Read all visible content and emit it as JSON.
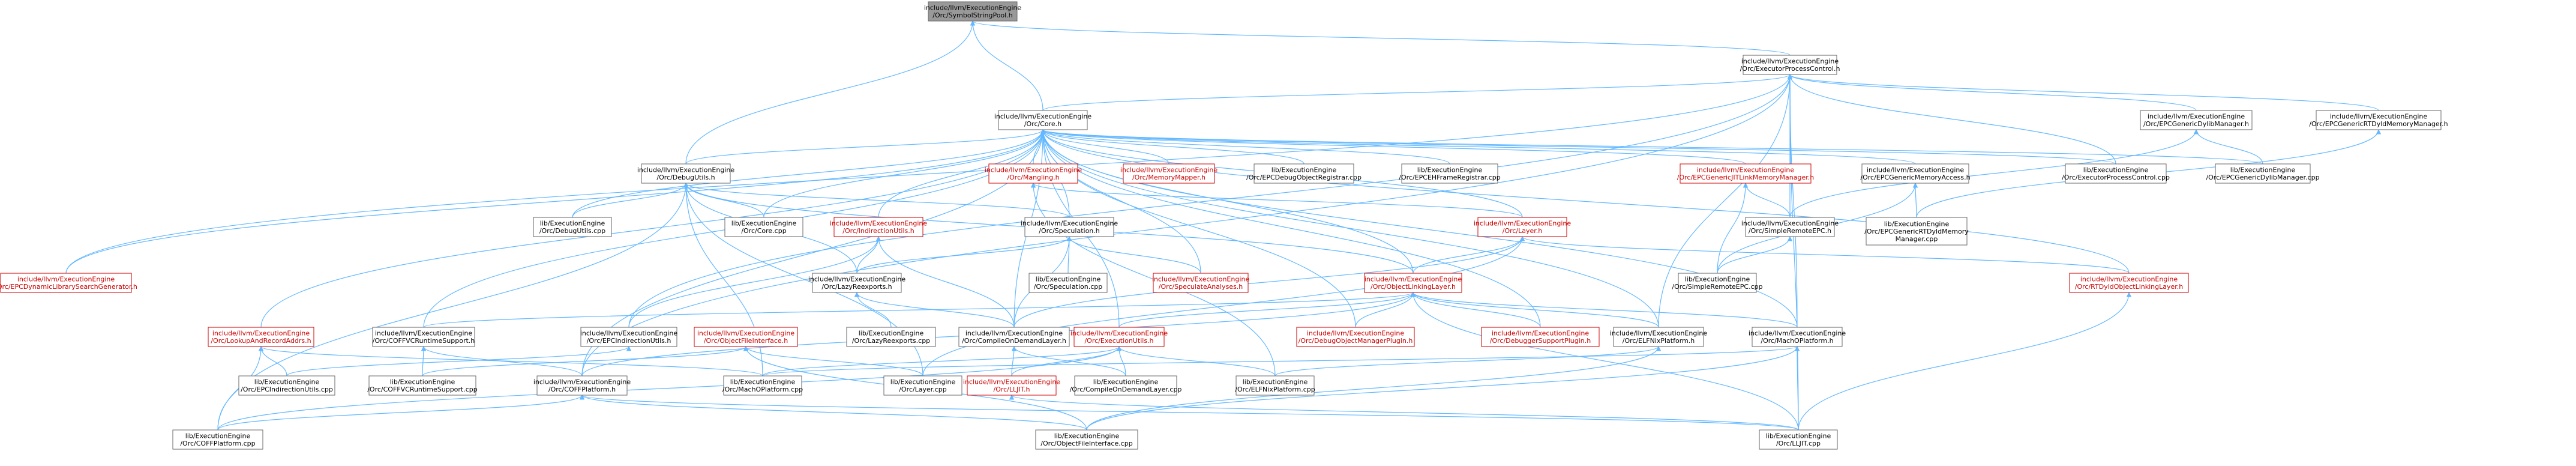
{
  "graph": {
    "colors": {
      "root_fill": "#999999",
      "node_fill": "#ffffff",
      "node_border": "#666666",
      "text_normal": "#000000",
      "text_link": "#cc0000",
      "root_border": "#666666",
      "link_border": "#cc0000",
      "edge": "#63b8ff"
    },
    "nodes": [
      {
        "id": "root",
        "kind": "root",
        "lines": [
          "include/llvm/ExecutionEngine",
          "/Orc/SymbolStringPool.h"
        ]
      },
      {
        "id": "epc",
        "kind": "normal",
        "lines": [
          "include/llvm/ExecutionEngine",
          "/Orc/ExecutorProcessControl.h"
        ]
      },
      {
        "id": "core",
        "kind": "normal",
        "lines": [
          "include/llvm/ExecutionEngine",
          "/Orc/Core.h"
        ]
      },
      {
        "id": "debugutils_h",
        "kind": "normal",
        "lines": [
          "include/llvm/ExecutionEngine",
          "/Orc/DebugUtils.h"
        ]
      },
      {
        "id": "epcdylib",
        "kind": "normal",
        "lines": [
          "include/llvm/ExecutionEngine",
          "/Orc/EPCGenericDylibManager.h"
        ]
      },
      {
        "id": "epcrtdyld_h",
        "kind": "normal",
        "lines": [
          "include/llvm/ExecutionEngine",
          "/Orc/EPCGenericRTDyldMemoryManager.h"
        ]
      },
      {
        "id": "mangling",
        "kind": "link",
        "lines": [
          "include/llvm/ExecutionEngine",
          "/Orc/Mangling.h"
        ]
      },
      {
        "id": "memmapper",
        "kind": "link",
        "lines": [
          "include/llvm/ExecutionEngine",
          "/Orc/MemoryMapper.h"
        ]
      },
      {
        "id": "epcdebugobj",
        "kind": "normal",
        "lines": [
          "lib/ExecutionEngine",
          "/Orc/EPCDebugObjectRegistrar.cpp"
        ]
      },
      {
        "id": "epcehframe",
        "kind": "normal",
        "lines": [
          "lib/ExecutionEngine",
          "/Orc/EPCEHFrameRegistrar.cpp"
        ]
      },
      {
        "id": "epcjitlinkmm",
        "kind": "link",
        "lines": [
          "include/llvm/ExecutionEngine",
          "/Orc/EPCGenericJITLinkMemoryManager.h"
        ]
      },
      {
        "id": "epcmemaccess",
        "kind": "normal",
        "lines": [
          "include/llvm/ExecutionEngine",
          "/Orc/EPCGenericMemoryAccess.h"
        ]
      },
      {
        "id": "epc_cpp",
        "kind": "normal",
        "lines": [
          "lib/ExecutionEngine",
          "/Orc/ExecutorProcessControl.cpp"
        ]
      },
      {
        "id": "epcdylib_cpp",
        "kind": "normal",
        "lines": [
          "lib/ExecutionEngine",
          "/Orc/EPCGenericDylibManager.cpp"
        ]
      },
      {
        "id": "epcdyn",
        "kind": "link",
        "lines": [
          "include/llvm/ExecutionEngine",
          "/Orc/EPCDynamicLibrarySearchGenerator.h"
        ]
      },
      {
        "id": "debugutils_cpp",
        "kind": "normal",
        "lines": [
          "lib/ExecutionEngine",
          "/Orc/DebugUtils.cpp"
        ]
      },
      {
        "id": "core_cpp",
        "kind": "normal",
        "lines": [
          "lib/ExecutionEngine",
          "/Orc/Core.cpp"
        ]
      },
      {
        "id": "indirection_h",
        "kind": "link",
        "lines": [
          "include/llvm/ExecutionEngine",
          "/Orc/IndirectionUtils.h"
        ]
      },
      {
        "id": "speculation_h",
        "kind": "normal",
        "lines": [
          "include/llvm/ExecutionEngine",
          "/Orc/Speculation.h"
        ]
      },
      {
        "id": "layer_h",
        "kind": "link",
        "lines": [
          "include/llvm/ExecutionEngine",
          "/Orc/Layer.h"
        ]
      },
      {
        "id": "simpleremote_h",
        "kind": "normal",
        "lines": [
          "include/llvm/ExecutionEngine",
          "/Orc/SimpleRemoteEPC.h"
        ]
      },
      {
        "id": "epcrtdyld_cpp",
        "kind": "normal",
        "lines": [
          "lib/ExecutionEngine",
          "/Orc/EPCGenericRTDyldMemory",
          "Manager.cpp"
        ]
      },
      {
        "id": "lazyreexports_h",
        "kind": "normal",
        "lines": [
          "include/llvm/ExecutionEngine",
          "/Orc/LazyReexports.h"
        ]
      },
      {
        "id": "speculation_cpp",
        "kind": "normal",
        "lines": [
          "lib/ExecutionEngine",
          "/Orc/Speculation.cpp"
        ]
      },
      {
        "id": "specanalyses",
        "kind": "link",
        "lines": [
          "include/llvm/ExecutionEngine",
          "/Orc/SpeculateAnalyses.h"
        ]
      },
      {
        "id": "objlinking",
        "kind": "link",
        "lines": [
          "include/llvm/ExecutionEngine",
          "/Orc/ObjectLinkingLayer.h"
        ]
      },
      {
        "id": "simpleremote_cpp",
        "kind": "normal",
        "lines": [
          "lib/ExecutionEngine",
          "/Orc/SimpleRemoteEPC.cpp"
        ]
      },
      {
        "id": "rtdyldlink",
        "kind": "link",
        "lines": [
          "include/llvm/ExecutionEngine",
          "/Orc/RTDyldObjectLinkingLayer.h"
        ]
      },
      {
        "id": "lookupaddrs",
        "kind": "link",
        "lines": [
          "include/llvm/ExecutionEngine",
          "/Orc/LookupAndRecordAddrs.h"
        ]
      },
      {
        "id": "coffvcrt_h",
        "kind": "normal",
        "lines": [
          "include/llvm/ExecutionEngine",
          "/Orc/COFFVCRuntimeSupport.h"
        ]
      },
      {
        "id": "epcindirection_h",
        "kind": "normal",
        "lines": [
          "include/llvm/ExecutionEngine",
          "/Orc/EPCIndirectionUtils.h"
        ]
      },
      {
        "id": "objfileiface_h",
        "kind": "link",
        "lines": [
          "include/llvm/ExecutionEngine",
          "/Orc/ObjectFileInterface.h"
        ]
      },
      {
        "id": "lazyreexports_cpp",
        "kind": "normal",
        "lines": [
          "lib/ExecutionEngine",
          "/Orc/LazyReexports.cpp"
        ]
      },
      {
        "id": "compileondemand_h",
        "kind": "normal",
        "lines": [
          "include/llvm/ExecutionEngine",
          "/Orc/CompileOnDemandLayer.h"
        ]
      },
      {
        "id": "executionutils_h",
        "kind": "link",
        "lines": [
          "include/llvm/ExecutionEngine",
          "/Orc/ExecutionUtils.h"
        ]
      },
      {
        "id": "debugobjmgr",
        "kind": "link",
        "lines": [
          "include/llvm/ExecutionEngine",
          "/Orc/DebugObjectManagerPlugin.h"
        ]
      },
      {
        "id": "debuggersupport",
        "kind": "link",
        "lines": [
          "include/llvm/ExecutionEngine",
          "/Orc/DebuggerSupportPlugin.h"
        ]
      },
      {
        "id": "elfnix_h",
        "kind": "normal",
        "lines": [
          "include/llvm/ExecutionEngine",
          "/Orc/ELFNixPlatform.h"
        ]
      },
      {
        "id": "macho_h",
        "kind": "normal",
        "lines": [
          "include/llvm/ExecutionEngine",
          "/Orc/MachOPlatform.h"
        ]
      },
      {
        "id": "epcindirection_cpp",
        "kind": "normal",
        "lines": [
          "lib/ExecutionEngine",
          "/Orc/EPCIndirectionUtils.cpp"
        ]
      },
      {
        "id": "coffvcrt_cpp",
        "kind": "normal",
        "lines": [
          "lib/ExecutionEngine",
          "/Orc/COFFVCRuntimeSupport.cpp"
        ]
      },
      {
        "id": "coffplatform_h",
        "kind": "normal",
        "lines": [
          "include/llvm/ExecutionEngine",
          "/Orc/COFFPlatform.h"
        ]
      },
      {
        "id": "macho_cpp",
        "kind": "normal",
        "lines": [
          "lib/ExecutionEngine",
          "/Orc/MachOPlatform.cpp"
        ]
      },
      {
        "id": "lljit_h",
        "kind": "link",
        "lines": [
          "include/llvm/ExecutionEngine",
          "/Orc/LLJIT.h"
        ]
      },
      {
        "id": "layer_cpp",
        "kind": "normal",
        "lines": [
          "lib/ExecutionEngine",
          "/Orc/Layer.cpp"
        ]
      },
      {
        "id": "compileondemand_cpp",
        "kind": "normal",
        "lines": [
          "lib/ExecutionEngine",
          "/Orc/CompileOnDemandLayer.cpp"
        ]
      },
      {
        "id": "elfnix_cpp",
        "kind": "normal",
        "lines": [
          "lib/ExecutionEngine",
          "/Orc/ELFNixPlatform.cpp"
        ]
      },
      {
        "id": "coffplatform_cpp",
        "kind": "normal",
        "lines": [
          "lib/ExecutionEngine",
          "/Orc/COFFPlatform.cpp"
        ]
      },
      {
        "id": "objfileiface_cpp",
        "kind": "normal",
        "lines": [
          "lib/ExecutionEngine",
          "/Orc/ObjectFileInterface.cpp"
        ]
      },
      {
        "id": "lljit_cpp",
        "kind": "normal",
        "lines": [
          "lib/ExecutionEngine",
          "/Orc/LLJIT.cpp"
        ]
      }
    ],
    "edges": [
      [
        "root",
        "epc"
      ],
      [
        "root",
        "core"
      ],
      [
        "root",
        "debugutils_h"
      ],
      [
        "epc",
        "core"
      ],
      [
        "epc",
        "epcdylib"
      ],
      [
        "epc",
        "epcrtdyld_h"
      ],
      [
        "epc",
        "epc_cpp"
      ],
      [
        "epc",
        "simpleremote_h"
      ],
      [
        "epc",
        "elfnix_h"
      ],
      [
        "epc",
        "macho_h"
      ],
      [
        "epc",
        "lljit_cpp"
      ],
      [
        "epc",
        "coffplatform_h"
      ],
      [
        "epc",
        "epcindirection_h"
      ],
      [
        "epc",
        "epcdyn"
      ],
      [
        "core",
        "debugutils_h"
      ],
      [
        "core",
        "mangling"
      ],
      [
        "core",
        "memmapper"
      ],
      [
        "core",
        "epcdebugobj"
      ],
      [
        "core",
        "epcehframe"
      ],
      [
        "core",
        "epcjitlinkmm"
      ],
      [
        "core",
        "epcmemaccess"
      ],
      [
        "core",
        "epc_cpp"
      ],
      [
        "core",
        "epcdylib_cpp"
      ],
      [
        "core",
        "epcdyn"
      ],
      [
        "core",
        "debugutils_cpp"
      ],
      [
        "core",
        "core_cpp"
      ],
      [
        "core",
        "indirection_h"
      ],
      [
        "core",
        "speculation_h"
      ],
      [
        "core",
        "layer_h"
      ],
      [
        "core",
        "lookupaddrs"
      ],
      [
        "core",
        "coffvcrt_h"
      ],
      [
        "core",
        "objlinking"
      ],
      [
        "core",
        "rtdyldlink"
      ],
      [
        "core",
        "debuggersupport"
      ],
      [
        "core",
        "elfnix_h"
      ],
      [
        "core",
        "macho_h"
      ],
      [
        "core",
        "executionutils_h"
      ],
      [
        "core",
        "coffplatform_h"
      ],
      [
        "core",
        "debugobjmgr"
      ],
      [
        "core",
        "specanalyses"
      ],
      [
        "core",
        "compileondemand_h"
      ],
      [
        "debugutils_h",
        "debugutils_cpp"
      ],
      [
        "debugutils_h",
        "core_cpp"
      ],
      [
        "debugutils_h",
        "speculation_h"
      ],
      [
        "debugutils_h",
        "layer_cpp"
      ],
      [
        "debugutils_h",
        "coffplatform_cpp"
      ],
      [
        "debugutils_h",
        "objlinking"
      ],
      [
        "debugutils_h",
        "macho_cpp"
      ],
      [
        "debugutils_h",
        "lazyreexports_h"
      ],
      [
        "epcdylib",
        "epcdylib_cpp"
      ],
      [
        "epcdylib",
        "simpleremote_h"
      ],
      [
        "epcrtdyld_h",
        "epcrtdyld_cpp"
      ],
      [
        "mangling",
        "layer_h"
      ],
      [
        "mangling",
        "elfnix_cpp"
      ],
      [
        "epcjitlinkmm",
        "simpleremote_h"
      ],
      [
        "epcjitlinkmm",
        "simpleremote_cpp"
      ],
      [
        "epcmemaccess",
        "simpleremote_cpp"
      ],
      [
        "epcmemaccess",
        "epcrtdyld_cpp"
      ],
      [
        "indirection_h",
        "lazyreexports_h"
      ],
      [
        "indirection_h",
        "epcindirection_h"
      ],
      [
        "indirection_h",
        "compileondemand_h"
      ],
      [
        "speculation_h",
        "speculation_cpp"
      ],
      [
        "speculation_h",
        "specanalyses"
      ],
      [
        "speculation_h",
        "lazyreexports_h"
      ],
      [
        "speculation_h",
        "compileondemand_h"
      ],
      [
        "layer_h",
        "objlinking"
      ],
      [
        "layer_h",
        "rtdyldlink"
      ],
      [
        "layer_h",
        "compileondemand_h"
      ],
      [
        "layer_h",
        "layer_cpp"
      ],
      [
        "simpleremote_h",
        "simpleremote_cpp"
      ],
      [
        "lazyreexports_h",
        "lazyreexports_cpp"
      ],
      [
        "lazyreexports_h",
        "compileondemand_h"
      ],
      [
        "objlinking",
        "coffvcrt_h"
      ],
      [
        "objlinking",
        "executionutils_h"
      ],
      [
        "objlinking",
        "debugobjmgr"
      ],
      [
        "objlinking",
        "debuggersupport"
      ],
      [
        "objlinking",
        "elfnix_h"
      ],
      [
        "objlinking",
        "macho_h"
      ],
      [
        "objlinking",
        "lljit_cpp"
      ],
      [
        "objlinking",
        "coffplatform_h"
      ],
      [
        "rtdyldlink",
        "lljit_cpp"
      ],
      [
        "lookupaddrs",
        "epcindirection_cpp"
      ],
      [
        "lookupaddrs",
        "coffplatform_cpp"
      ],
      [
        "lookupaddrs",
        "macho_cpp"
      ],
      [
        "coffvcrt_h",
        "coffvcrt_cpp"
      ],
      [
        "coffvcrt_h",
        "coffplatform_h"
      ],
      [
        "epcindirection_h",
        "epcindirection_cpp"
      ],
      [
        "objfileiface_h",
        "objfileiface_cpp"
      ],
      [
        "objfileiface_h",
        "layer_cpp"
      ],
      [
        "objfileiface_h",
        "coffvcrt_cpp"
      ],
      [
        "compileondemand_h",
        "compileondemand_cpp"
      ],
      [
        "compileondemand_h",
        "lljit_h"
      ],
      [
        "executionutils_h",
        "lljit_h"
      ],
      [
        "executionutils_h",
        "compileondemand_cpp"
      ],
      [
        "executionutils_h",
        "elfnix_cpp"
      ],
      [
        "executionutils_h",
        "macho_cpp"
      ],
      [
        "executionutils_h",
        "coffplatform_cpp"
      ],
      [
        "elfnix_h",
        "elfnix_cpp"
      ],
      [
        "elfnix_h",
        "objfileiface_cpp"
      ],
      [
        "macho_h",
        "macho_cpp"
      ],
      [
        "macho_h",
        "lljit_cpp"
      ],
      [
        "macho_h",
        "objfileiface_cpp"
      ],
      [
        "coffplatform_h",
        "coffplatform_cpp"
      ],
      [
        "coffplatform_h",
        "objfileiface_cpp"
      ],
      [
        "coffplatform_h",
        "lljit_cpp"
      ],
      [
        "lljit_h",
        "lljit_cpp"
      ]
    ]
  }
}
